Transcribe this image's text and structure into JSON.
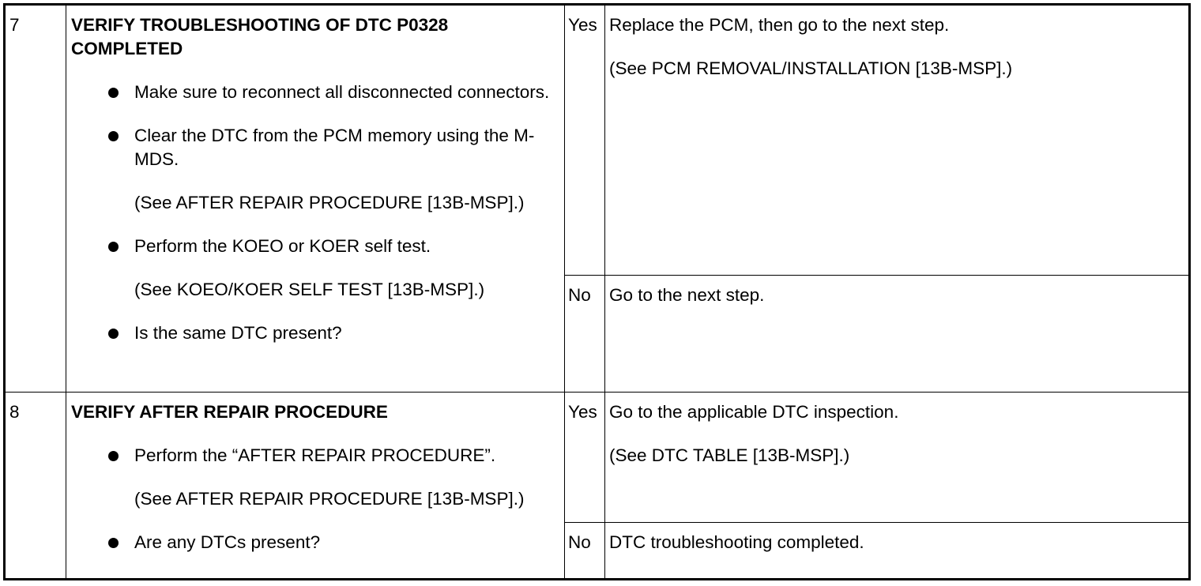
{
  "steps": [
    {
      "number": "7",
      "title": "VERIFY TROUBLESHOOTING OF DTC P0328 COMPLETED",
      "bullets": [
        {
          "text": "Make sure to reconnect all disconnected connectors.",
          "ref": ""
        },
        {
          "text": "Clear the DTC from the PCM memory using the M-MDS.",
          "ref": "(See AFTER REPAIR PROCEDURE [13B-MSP].)"
        },
        {
          "text": "Perform the KOEO or KOER self test.",
          "ref": "(See KOEO/KOER SELF TEST [13B-MSP].)"
        },
        {
          "text": "Is the same DTC present?",
          "ref": ""
        }
      ],
      "yes": {
        "label": "Yes",
        "action": "Replace the PCM, then go to the next step.",
        "ref": "(See PCM REMOVAL/INSTALLATION [13B-MSP].)"
      },
      "no": {
        "label": "No",
        "action": "Go to the next step.",
        "ref": ""
      }
    },
    {
      "number": "8",
      "title": "VERIFY AFTER REPAIR PROCEDURE",
      "bullets": [
        {
          "text": "Perform the “AFTER REPAIR PROCEDURE”.",
          "ref": "(See AFTER REPAIR PROCEDURE [13B-MSP].)"
        },
        {
          "text": "Are any DTCs present?",
          "ref": ""
        }
      ],
      "yes": {
        "label": "Yes",
        "action": "Go to the applicable DTC inspection.",
        "ref": "(See DTC TABLE [13B-MSP].)"
      },
      "no": {
        "label": "No",
        "action": "DTC troubleshooting completed.",
        "ref": ""
      }
    }
  ]
}
